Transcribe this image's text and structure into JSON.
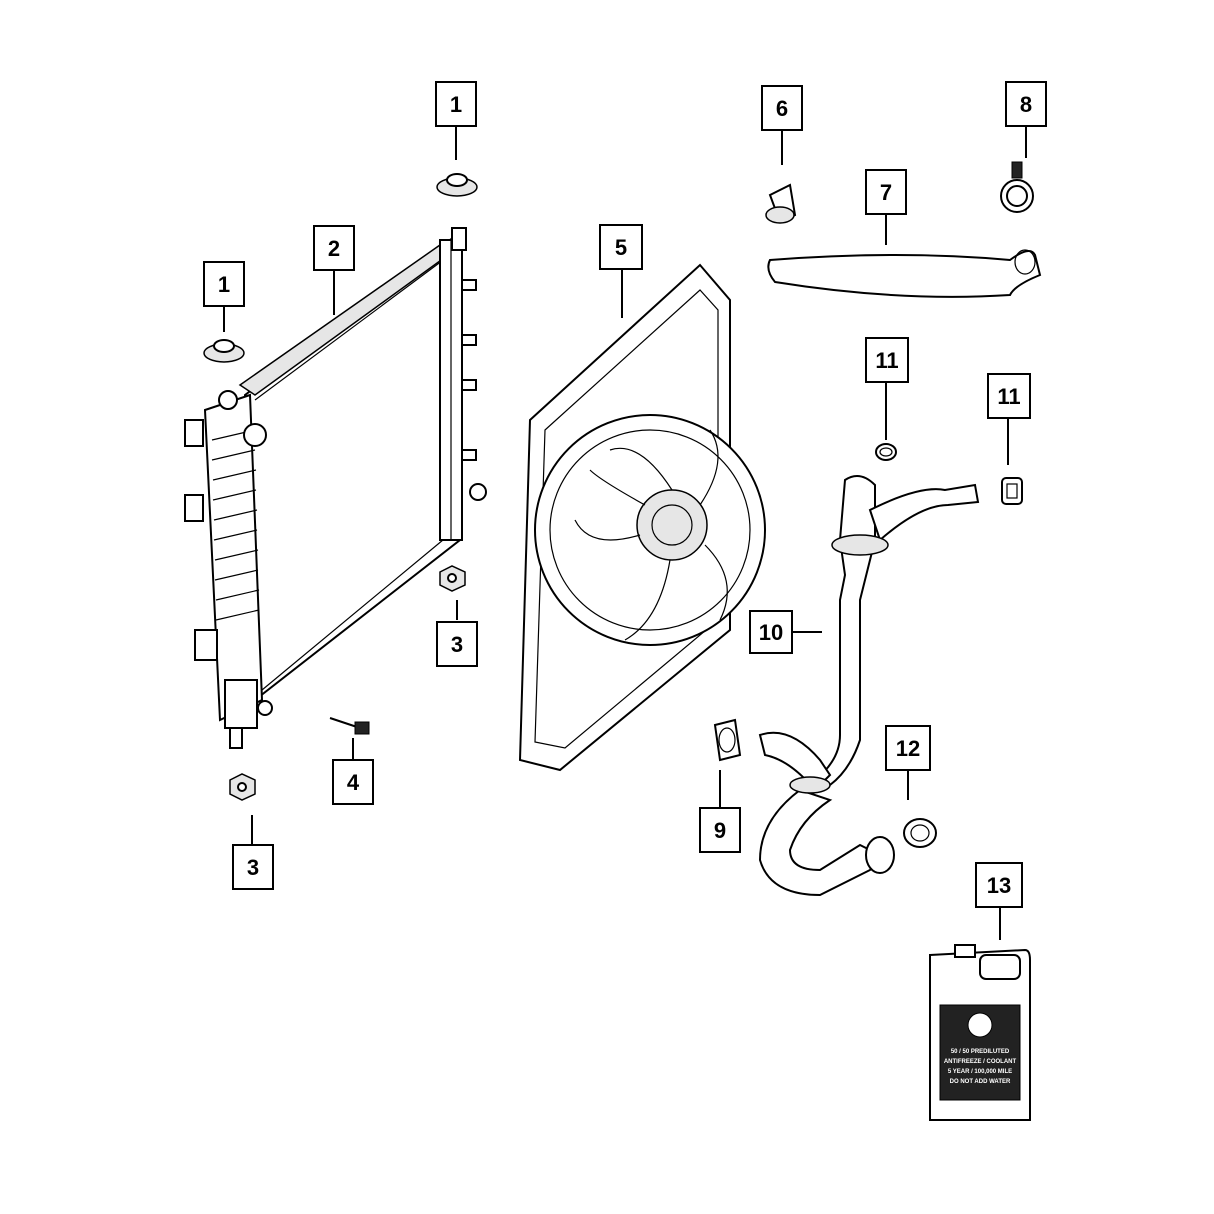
{
  "callouts": [
    {
      "id": "c1a",
      "text": "1"
    },
    {
      "id": "c1b",
      "text": "1"
    },
    {
      "id": "c2",
      "text": "2"
    },
    {
      "id": "c3a",
      "text": "3"
    },
    {
      "id": "c3b",
      "text": "3"
    },
    {
      "id": "c4",
      "text": "4"
    },
    {
      "id": "c5",
      "text": "5"
    },
    {
      "id": "c6",
      "text": "6"
    },
    {
      "id": "c7",
      "text": "7"
    },
    {
      "id": "c8",
      "text": "8"
    },
    {
      "id": "c9",
      "text": "9"
    },
    {
      "id": "c10",
      "text": "10"
    },
    {
      "id": "c11a",
      "text": "11"
    },
    {
      "id": "c11b",
      "text": "11"
    },
    {
      "id": "c12",
      "text": "12"
    },
    {
      "id": "c13",
      "text": "13"
    }
  ],
  "coolant_label": {
    "line1": "50 / 50 PREDILUTED",
    "line2": "ANTIFREEZE / COOLANT",
    "line3": "5 YEAR / 100,000 MILE",
    "line4": "DO NOT ADD WATER"
  }
}
